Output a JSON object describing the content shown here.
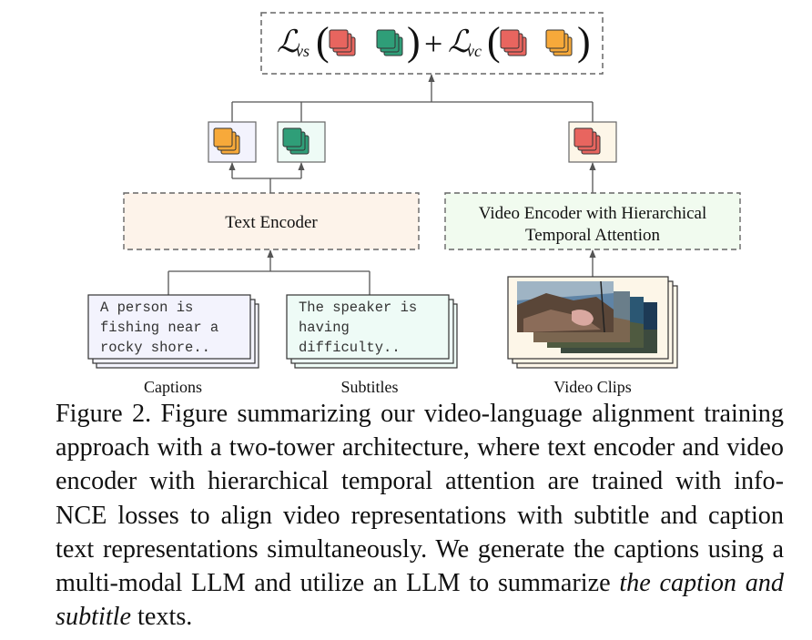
{
  "figure": {
    "loss": {
      "vs_sub": "vs",
      "vc_sub": "vc",
      "plus": "+",
      "script_L": "ℒ"
    },
    "text_encoder": "Text Encoder",
    "video_encoder_line1": "Video Encoder with Hierarchical",
    "video_encoder_line2": "Temporal Attention",
    "caption_doc": [
      "A person is",
      "fishing near a",
      "rocky shore.."
    ],
    "subtitle_doc": [
      "The speaker is",
      "having",
      "difficulty.."
    ],
    "labels": {
      "captions": "Captions",
      "subtitles": "Subtitles",
      "video_clips": "Video Clips"
    },
    "colors": {
      "red": "#e8655f",
      "orange": "#f7a93a",
      "green": "#2f9e78",
      "text_encoder_fill": "#fdf3ea",
      "video_encoder_fill": "#f1fbef",
      "caption_doc_fill": "#f3f3fd",
      "subtitle_doc_fill": "#eefbf6",
      "video_card_fill": "#fdf6e8"
    }
  },
  "caption": {
    "main": "Figure 2. Figure summarizing our video-language alignment training approach with a two-tower architecture, where text encoder and video encoder with hierarchical temporal attention are trained with info-NCE losses to align video representations with subtitle and caption text representations simultaneously. We generate the captions using a multi-modal LLM and utilize an LLM to summarize",
    "italic": "the caption and subtitle",
    "tail": "texts."
  }
}
